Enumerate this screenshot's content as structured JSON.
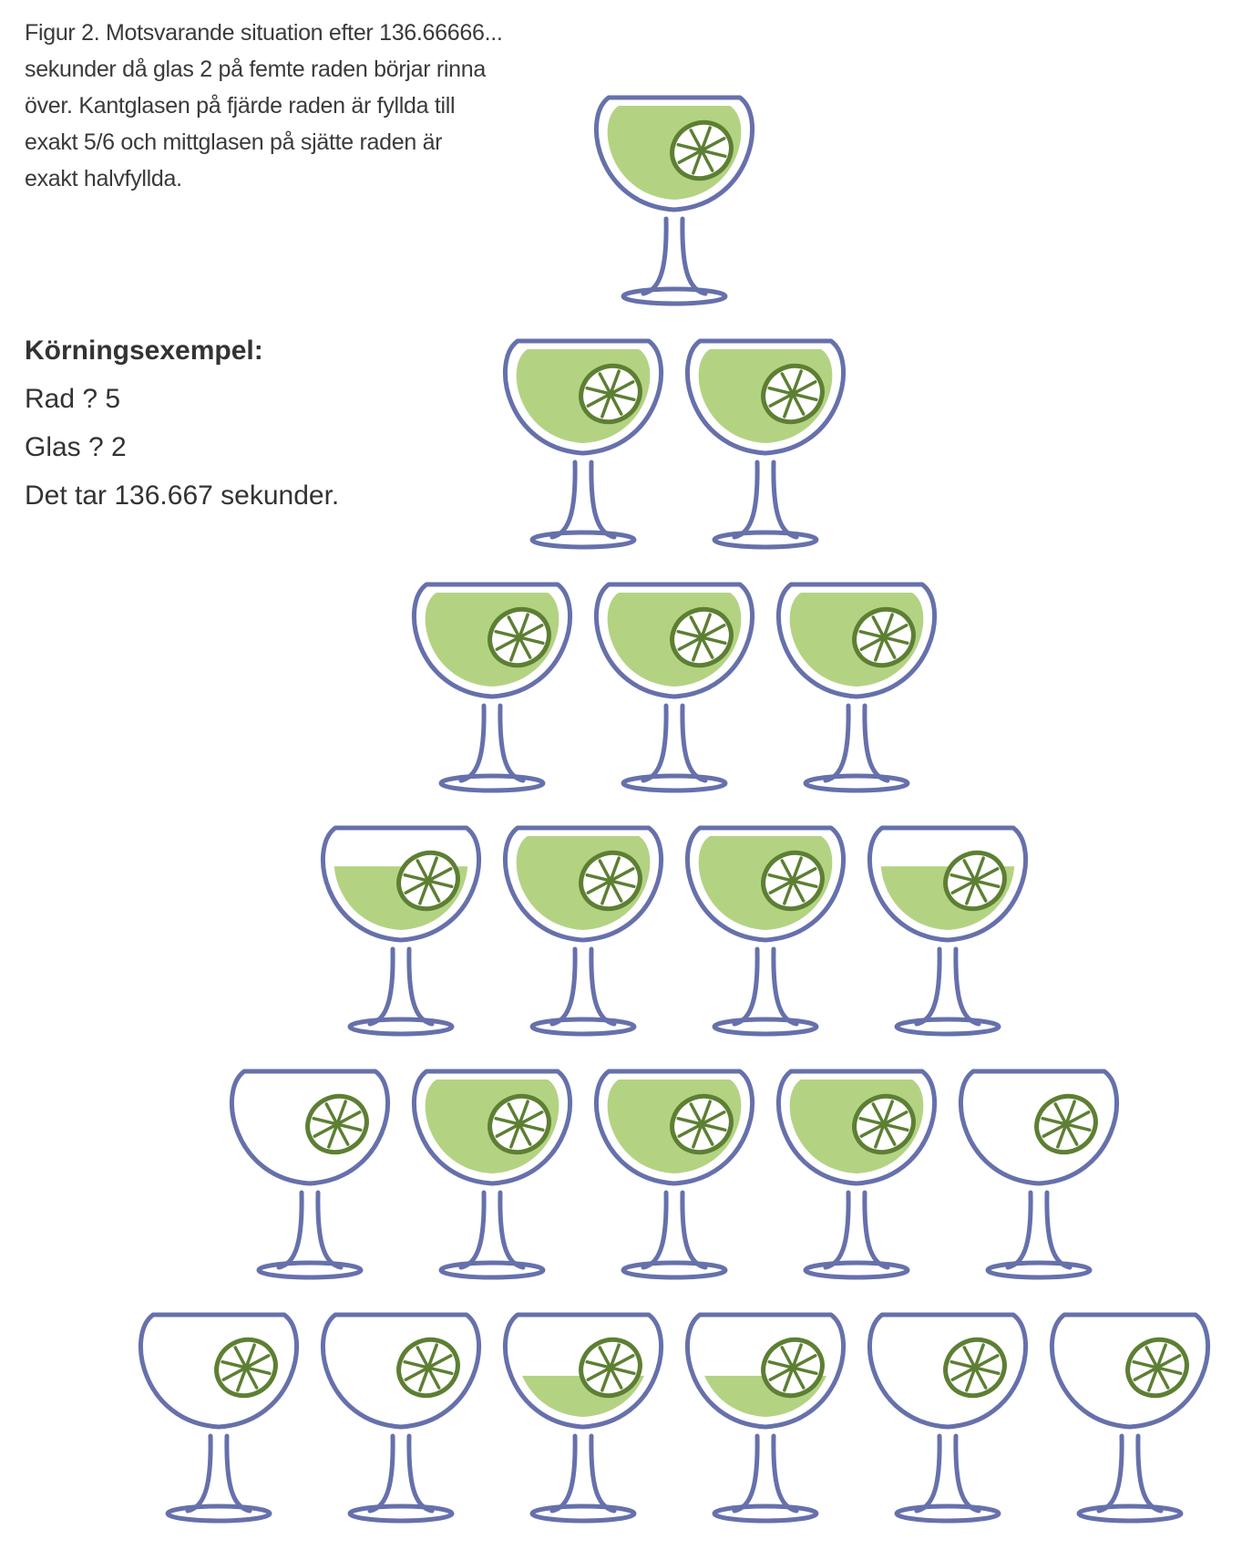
{
  "caption": {
    "lines": [
      "Figur 2. Motsvarande situation efter 136.66666...",
      "sekunder då glas 2 på femte raden börjar rinna",
      "över. Kantglasen på fjärde raden är fyllda till",
      "exakt 5/6 och mittglasen på sjätte raden är",
      "exakt halvfyllda."
    ]
  },
  "example": {
    "heading": "Körningsexempel:",
    "lines": [
      "Rad ? 5",
      "Glas ? 2",
      "Det tar 136.667 sekunder."
    ]
  },
  "colors": {
    "glass_outline": "#6670ab",
    "liquid": "#b3d383",
    "lime_outline": "#5d7f33"
  },
  "glass_fill_levels": [
    [
      1
    ],
    [
      1,
      1
    ],
    [
      1,
      1,
      1
    ],
    [
      0.8333,
      1,
      1,
      0.8333
    ],
    [
      0,
      1,
      1,
      1,
      0
    ],
    [
      0,
      0,
      0.5,
      0.5,
      0,
      0
    ]
  ]
}
